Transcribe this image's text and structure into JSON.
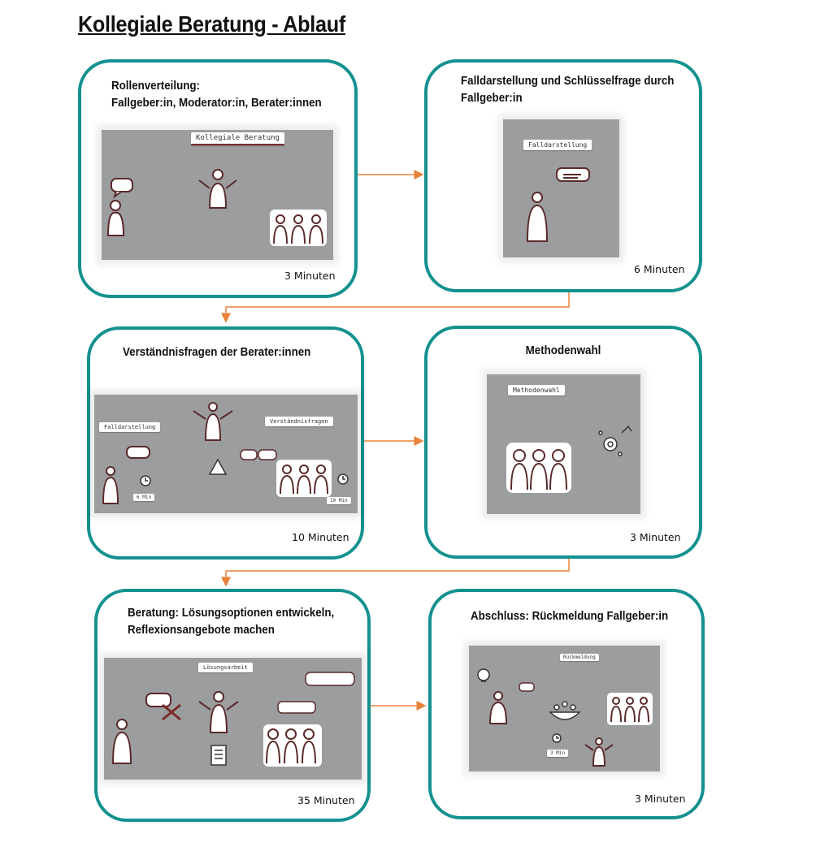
{
  "title": "Kollegiale Beratung - Ablauf",
  "colors": {
    "border": "#13918f",
    "arrow": "#e8823a",
    "photo_bg": "#9c9d9f",
    "figure_outline": "#5a2a2a"
  },
  "steps": [
    {
      "title_lines": [
        "Rollenverteilung:",
        "Fallgeber:in, Moderator:in, Berater:innen"
      ],
      "duration": "3 Minuten",
      "photo_labels": [
        "Kollegiale Beratung"
      ]
    },
    {
      "title_lines": [
        "Falldarstellung und Schlüsselfrage durch",
        "Fallgeber:in"
      ],
      "duration": "6 Minuten",
      "photo_labels": [
        "Falldarstellung"
      ]
    },
    {
      "title_lines": [
        "Verständnisfragen der Berater:innen"
      ],
      "duration": "10 Minuten",
      "photo_labels": [
        "Falldarstellung",
        "Verständnisfragen",
        "6 Min",
        "10 Min"
      ]
    },
    {
      "title_lines": [
        "Methodenwahl"
      ],
      "duration": "3 Minuten",
      "photo_labels": [
        "Methodenwahl"
      ]
    },
    {
      "title_lines": [
        "Beratung: Lösungsoptionen entwickeln,",
        "Reflexionsangebote machen"
      ],
      "duration": "35 Minuten",
      "photo_labels": [
        "Lösungsarbeit"
      ]
    },
    {
      "title_lines": [
        "Abschluss: Rückmeldung Fallgeber:in"
      ],
      "duration": "3 Minuten",
      "photo_labels": [
        "Rückmeldung",
        "3 Min"
      ]
    }
  ]
}
